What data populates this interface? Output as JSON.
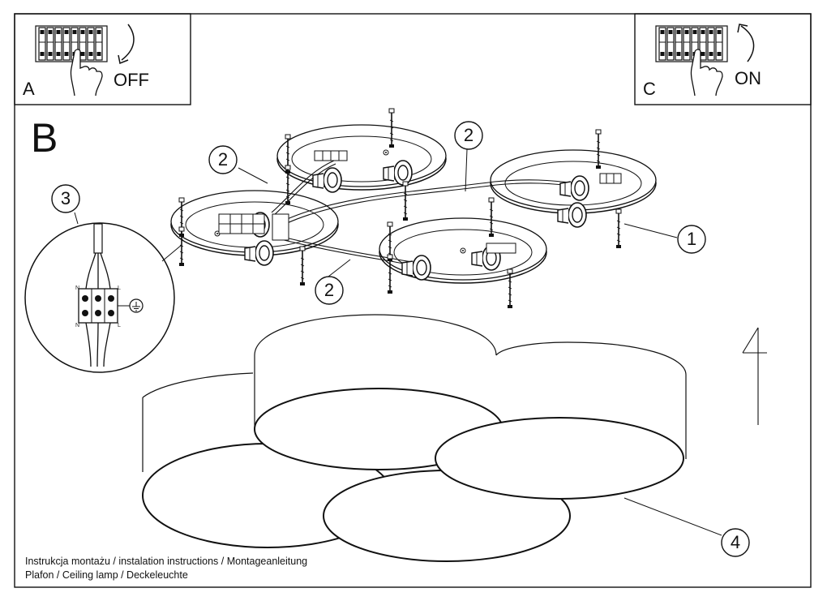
{
  "panel_a": {
    "letter": "A",
    "action": "OFF"
  },
  "panel_c": {
    "letter": "C",
    "action": "ON"
  },
  "panel_b": {
    "letter": "B"
  },
  "callouts": {
    "c1": "1",
    "c2a": "2",
    "c2b": "2",
    "c2c": "2",
    "c3": "3",
    "c4": "4"
  },
  "wiring": {
    "top_left": "N",
    "top_right": "L",
    "bottom_left": "N",
    "bottom_right": "L"
  },
  "icons": [
    "circuit-breaker-icon",
    "hand-icon",
    "arrow-down-icon",
    "arrow-up-icon",
    "ground-symbol-icon"
  ],
  "footer": {
    "line1": "Instrukcja montażu / instalation instructions / Montageanleitung",
    "line2": "Plafon / Ceiling lamp / Deckeleuchte"
  }
}
